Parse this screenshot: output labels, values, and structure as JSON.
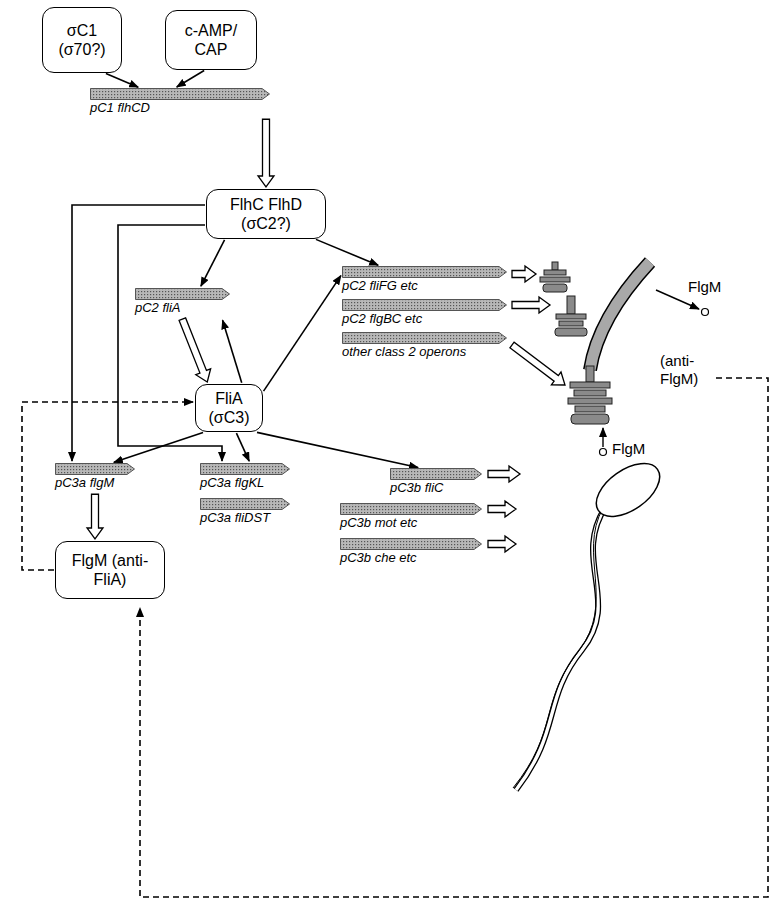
{
  "diagram": {
    "nodes": [
      {
        "text": [
          "σC1 (σ70?)"
        ]
      },
      {
        "text": [
          "c-AMP/ CAP"
        ]
      },
      {
        "text": [
          "pC1 flhCD"
        ]
      },
      {
        "text": [
          "FlhC FlhD (σC2?)"
        ]
      },
      {
        "text": [
          "pC2 fliA"
        ]
      },
      {
        "text": [
          "pC2 fliFG etc"
        ]
      },
      {
        "text": [
          "pC2 flgBC etc"
        ]
      },
      {
        "text": [
          "other class 2 operons"
        ]
      },
      {
        "text": [
          "FliA (σC3)"
        ]
      },
      {
        "text": [
          "pC3a flgM"
        ]
      },
      {
        "text": [
          "pC3a flgKL"
        ]
      },
      {
        "text": [
          "pC3a fliDST"
        ]
      },
      {
        "text": [
          "pC3b fliC"
        ]
      },
      {
        "text": [
          "pC3b mot etc"
        ]
      },
      {
        "text": [
          "pC3b che etc"
        ]
      },
      {
        "text": [
          "FlgM (anti-FliA)"
        ]
      }
    ],
    "edges": [
      {
        "from": 0,
        "to": 2,
        "arrow": "to"
      },
      {
        "from": 1,
        "to": 2,
        "arrow": "to"
      },
      {
        "from": 2,
        "to": 3,
        "arrow": "to"
      },
      {
        "from": 3,
        "to": 4,
        "arrow": "to"
      },
      {
        "from": 3,
        "to": 5,
        "arrow": "to"
      },
      {
        "from": 3,
        "to": 9,
        "arrow": "to"
      },
      {
        "from": 3,
        "to": 10,
        "arrow": "to"
      },
      {
        "from": 4,
        "to": 8,
        "arrow": "to"
      },
      {
        "from": 8,
        "to": 4,
        "arrow": "to"
      },
      {
        "from": 8,
        "to": 5,
        "arrow": "to"
      },
      {
        "from": 8,
        "to": 9,
        "arrow": "to"
      },
      {
        "from": 8,
        "to": 10,
        "arrow": "to"
      },
      {
        "from": 8,
        "to": 12,
        "arrow": "to"
      },
      {
        "from": 9,
        "to": 15,
        "arrow": "to"
      },
      {
        "from": 15,
        "to": 8,
        "arrow": "to"
      }
    ],
    "labels": [
      "FlgM",
      "(anti- FlgM)",
      "FlgM"
    ]
  }
}
